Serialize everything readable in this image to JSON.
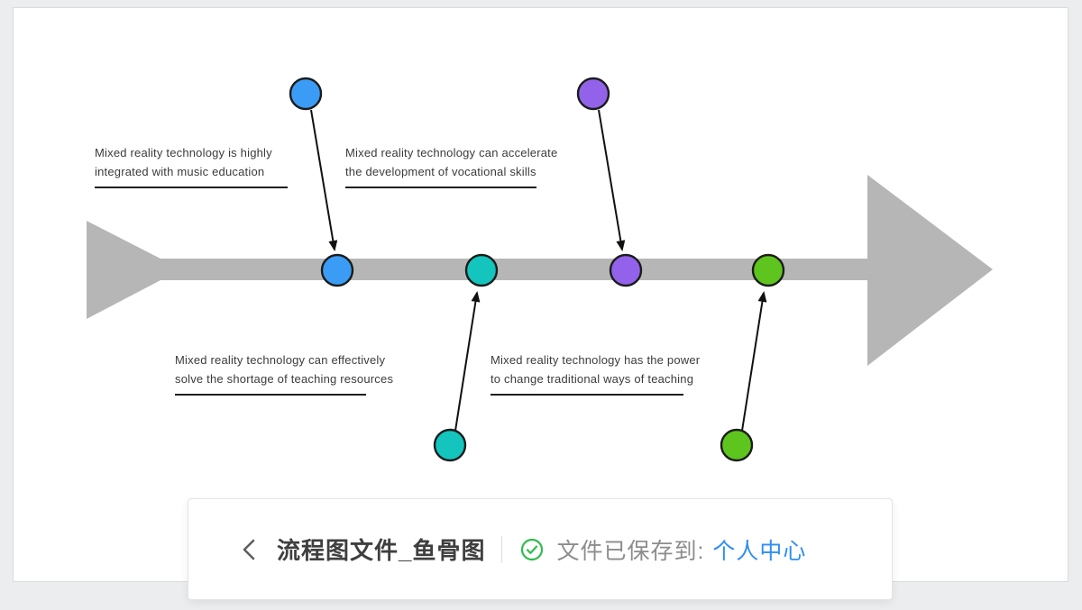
{
  "canvas": {
    "annotations": [
      {
        "id": "music-education",
        "lines": [
          "Mixed reality technology is highly",
          "integrated with music education"
        ]
      },
      {
        "id": "vocational-skills",
        "lines": [
          "Mixed reality technology can accelerate",
          "the development of vocational skills"
        ]
      },
      {
        "id": "teaching-resources",
        "lines": [
          "Mixed reality technology can effectively",
          "solve the shortage of teaching resources"
        ]
      },
      {
        "id": "ways-of-teaching",
        "lines": [
          "Mixed reality technology has the power",
          "to change traditional ways of teaching"
        ]
      }
    ],
    "colors": {
      "node_blue": "#3b9cf5",
      "node_teal": "#13c5bd",
      "node_purple": "#9263ea",
      "node_green": "#5dc51e",
      "arrow_gray": "#b6b6b6"
    }
  },
  "toolbar": {
    "title": "流程图文件_鱼骨图",
    "status_text": "文件已保存到:",
    "status_link": "个人中心",
    "colors": {
      "success_green": "#2ebd4e",
      "link_blue": "#2f8ef5"
    }
  }
}
